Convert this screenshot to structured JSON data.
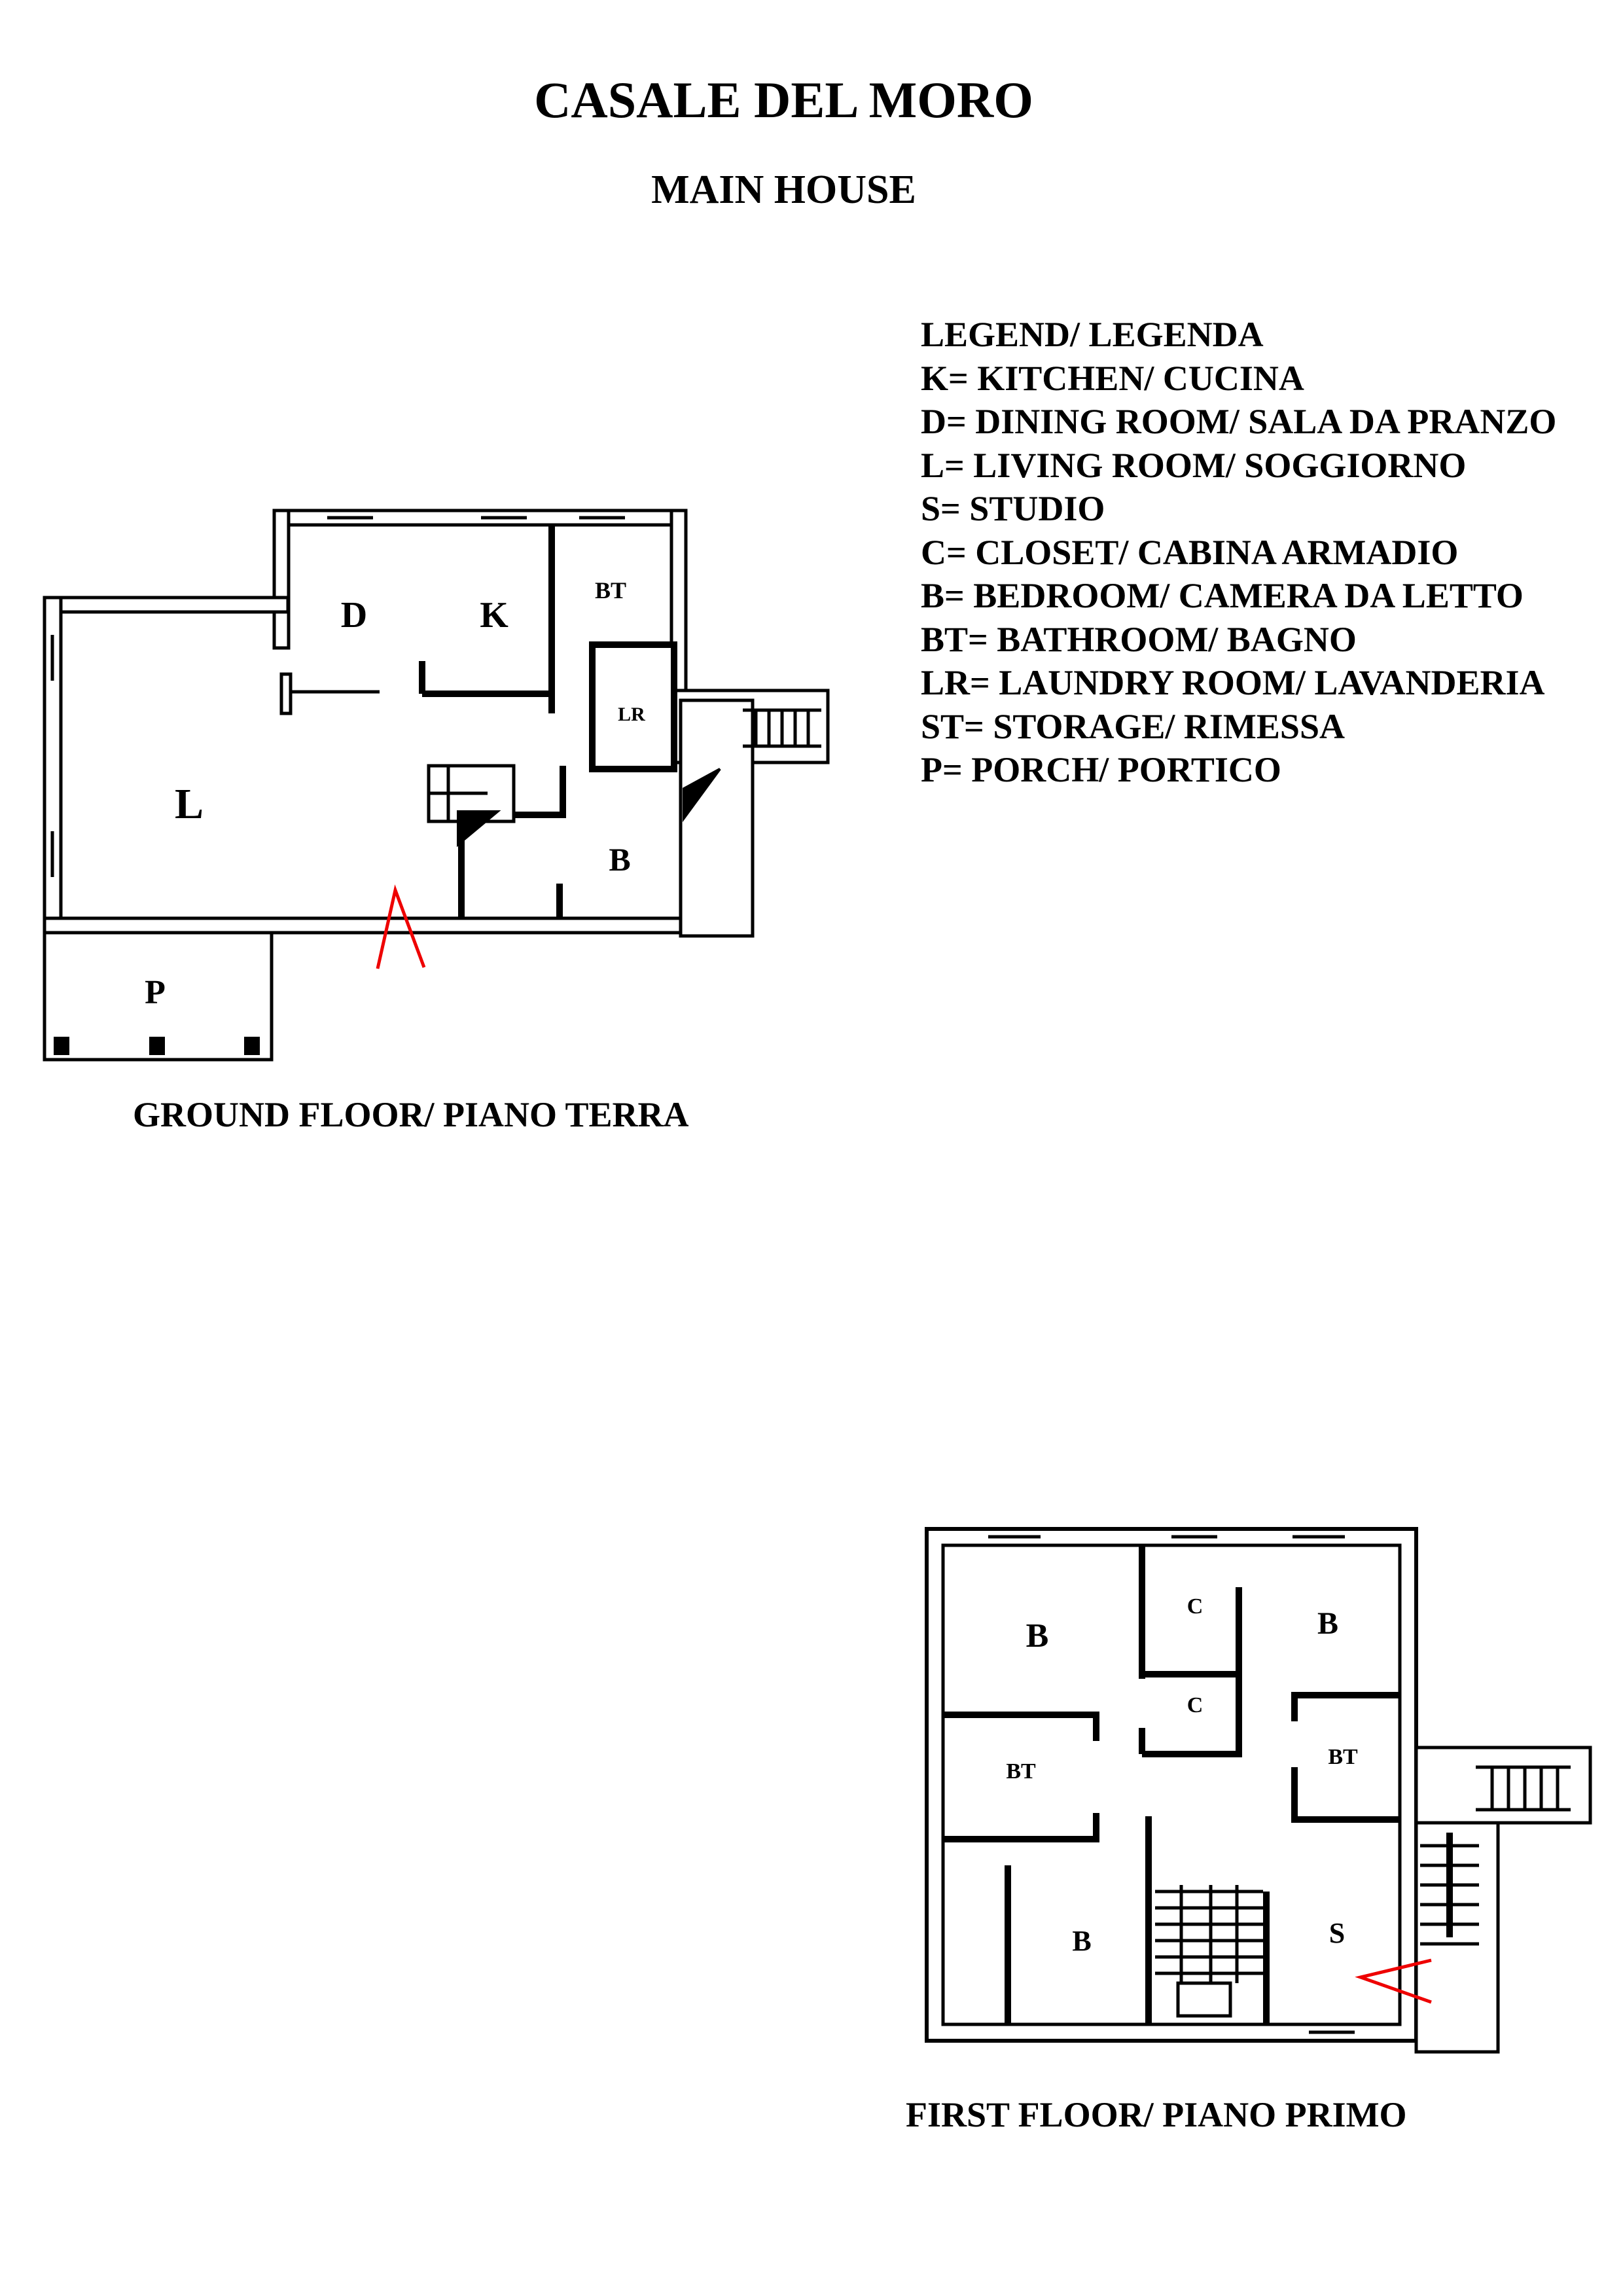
{
  "title": "CASALE DEL MORO",
  "subtitle": "MAIN HOUSE",
  "legend": [
    "LEGEND/ LEGENDA",
    "K= KITCHEN/ CUCINA",
    "D= DINING ROOM/ SALA DA PRANZO",
    "L= LIVING ROOM/ SOGGIORNO",
    "S= STUDIO",
    "C= CLOSET/ CABINA ARMADIO",
    "B= BEDROOM/ CAMERA DA LETTO",
    "BT= BATHROOM/ BAGNO",
    "LR= LAUNDRY ROOM/ LAVANDERIA",
    "ST= STORAGE/ RIMESSA",
    "P= PORCH/ PORTICO"
  ],
  "ground_floor": {
    "caption": "GROUND FLOOR/ PIANO TERRA",
    "rooms": {
      "D": "D",
      "K": "K",
      "BT": "BT",
      "LR": "LR",
      "L": "L",
      "B": "B",
      "P": "P"
    }
  },
  "first_floor": {
    "caption": "FIRST FLOOR/ PIANO PRIMO",
    "rooms": {
      "B1": "B",
      "C1": "C",
      "B2": "B",
      "C2": "C",
      "BT1": "BT",
      "BT2": "BT",
      "B3": "B",
      "S": "S"
    }
  },
  "colors": {
    "entrance_marker": "#ee0000"
  }
}
